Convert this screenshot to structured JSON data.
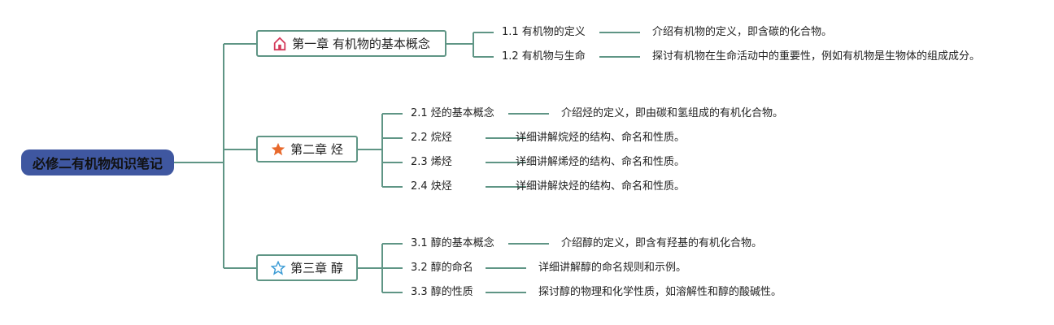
{
  "root": {
    "title": "必修二有机物知识笔记"
  },
  "chapters": [
    {
      "title": "第一章 有机物的基本概念",
      "icon": "home-icon",
      "icon_color": "#d33a5a",
      "items": [
        {
          "title": "1.1 有机物的定义",
          "desc": "介绍有机物的定义，即含碳的化合物。"
        },
        {
          "title": "1.2 有机物与生命",
          "desc": "探讨有机物在生命活动中的重要性，例如有机物是生物体的组成成分。"
        }
      ]
    },
    {
      "title": "第二章 烃",
      "icon": "star-filled-icon",
      "icon_color": "#e8692c",
      "items": [
        {
          "title": "2.1 烃的基本概念",
          "desc": "介绍烃的定义，即由碳和氢组成的有机化合物。"
        },
        {
          "title": "2.2 烷烃",
          "desc": "详细讲解烷烃的结构、命名和性质。"
        },
        {
          "title": "2.3 烯烃",
          "desc": "详细讲解烯烃的结构、命名和性质。"
        },
        {
          "title": "2.4 炔烃",
          "desc": "详细讲解炔烃的结构、命名和性质。"
        }
      ]
    },
    {
      "title": "第三章 醇",
      "icon": "star-outline-icon",
      "icon_color": "#3a9bd5",
      "items": [
        {
          "title": "3.1 醇的基本概念",
          "desc": "介绍醇的定义，即含有羟基的有机化合物。"
        },
        {
          "title": "3.2 醇的命名",
          "desc": "详细讲解醇的命名规则和示例。"
        },
        {
          "title": "3.3 醇的性质",
          "desc": "探讨醇的物理和化学性质，如溶解性和醇的酸碱性。"
        }
      ]
    }
  ],
  "colors": {
    "line": "#5f9585",
    "root_bg": "#3f57a0"
  }
}
